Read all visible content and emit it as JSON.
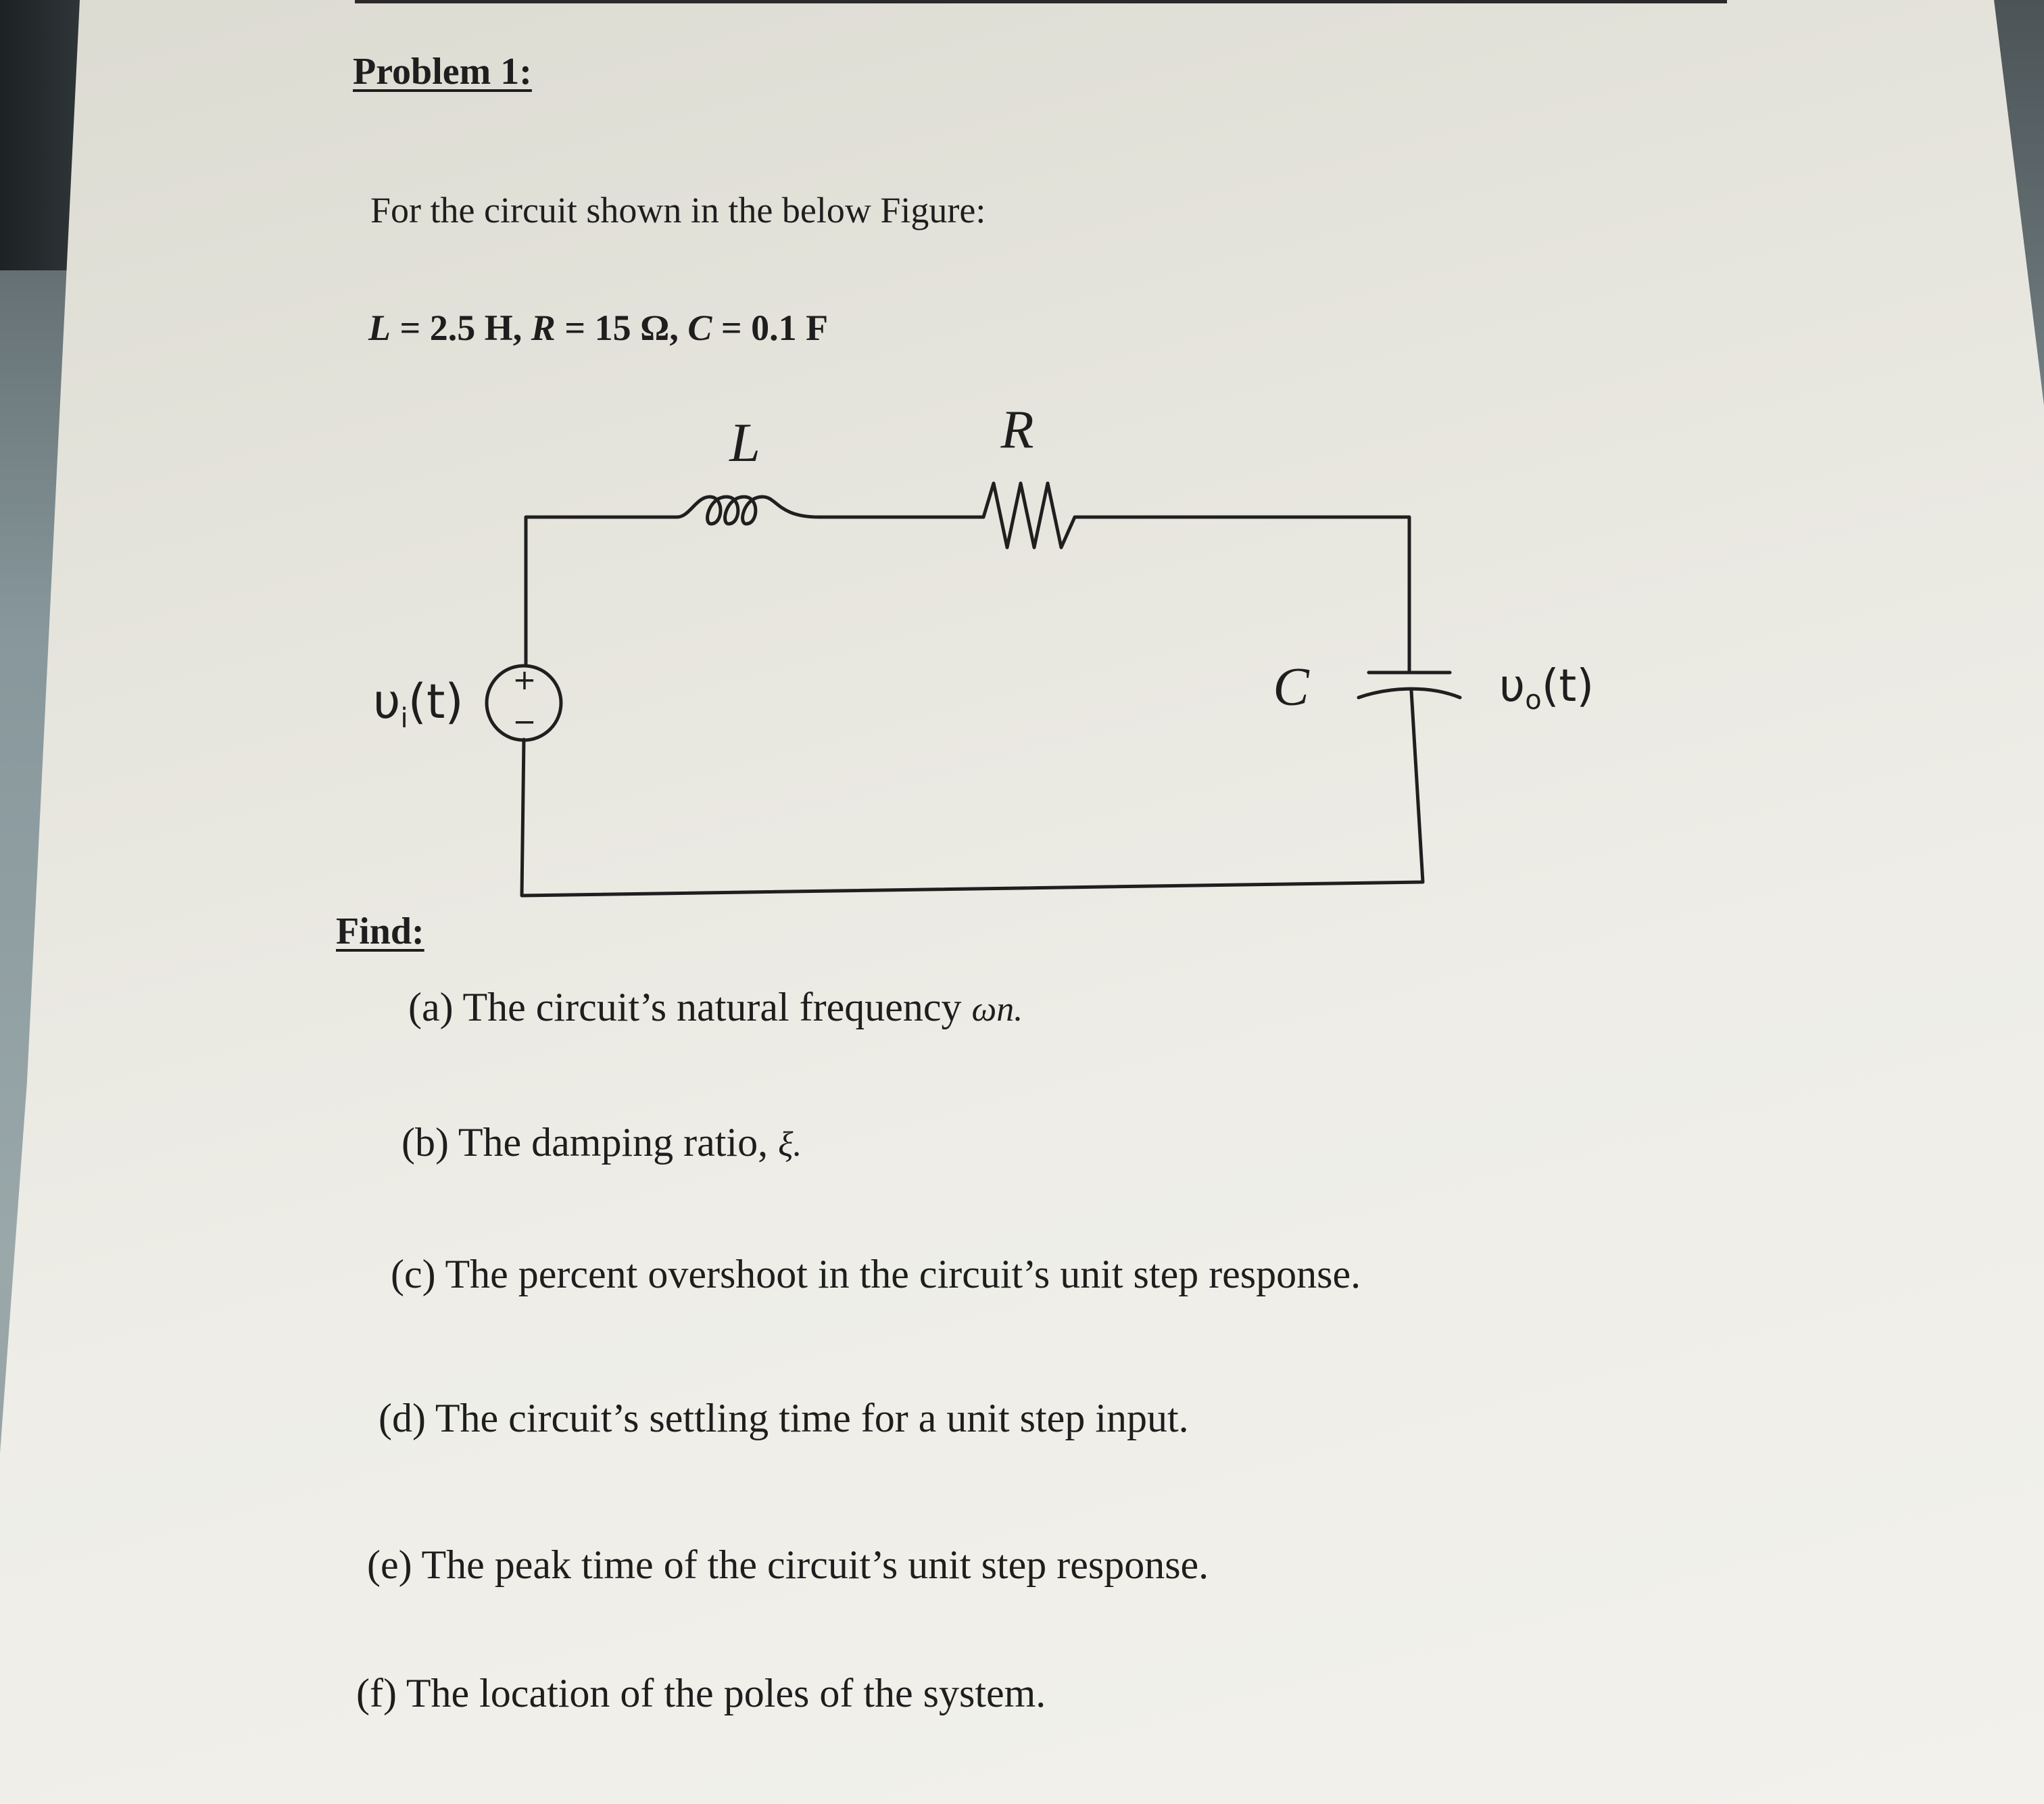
{
  "problem": {
    "heading": "Problem 1:",
    "intro": "For the circuit shown in the below Figure:",
    "given": {
      "L_sym": "L",
      "L_val": " = 2.5 H, ",
      "R_sym": "R",
      "R_val": " = 15 Ω, ",
      "C_sym": "C",
      "C_val": " = 0.1 F"
    }
  },
  "circuit": {
    "inductor_label": "L",
    "resistor_label": "R",
    "capacitor_label": "C",
    "source_label_main": "υ",
    "source_label_sub": "i",
    "source_label_tail": "(t)",
    "source_plus": "+",
    "source_minus": "−",
    "output_label_main": "υ",
    "output_label_sub": "o",
    "output_label_tail": "(t)"
  },
  "find": {
    "heading": "Find:",
    "items": [
      {
        "text": "(a) The circuit’s natural frequency ",
        "symbol": "ωn."
      },
      {
        "text": "(b) The damping ratio, ",
        "symbol": "ξ."
      },
      {
        "text": "(c) The percent overshoot in the circuit’s unit step response.",
        "symbol": ""
      },
      {
        "text": "(d) The circuit’s settling time for a unit step input.",
        "symbol": ""
      },
      {
        "text": "(e) The peak time of the circuit’s unit step response.",
        "symbol": ""
      },
      {
        "text": "(f)  The location of the poles of the system.",
        "symbol": ""
      }
    ]
  }
}
